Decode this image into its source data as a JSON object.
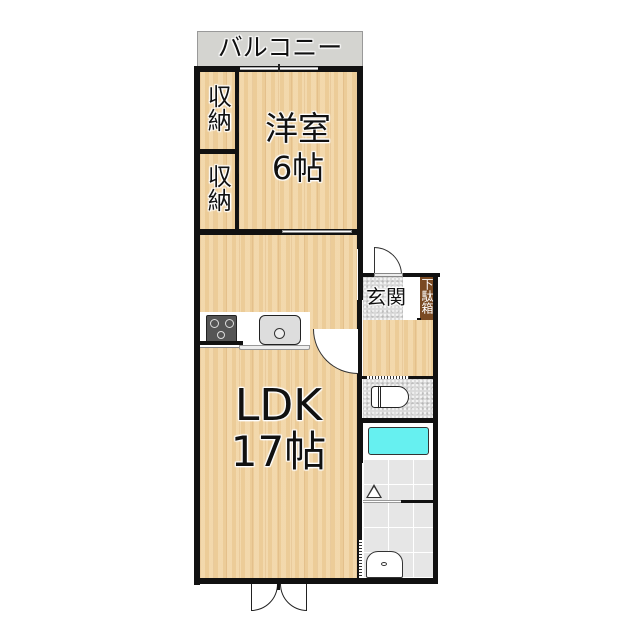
{
  "floorplan": {
    "balcony": {
      "label": "バルコニー"
    },
    "bedroom": {
      "name": "洋室",
      "size": "6帖"
    },
    "closets": [
      {
        "label": "収納"
      },
      {
        "label": "収納"
      }
    ],
    "ldk": {
      "name": "LDK",
      "size": "17帖"
    },
    "entrance": {
      "label": "玄関"
    },
    "shoe_box": {
      "label": "下駄箱"
    },
    "fixtures": [
      "gas-stove",
      "kitchen-sink",
      "toilet",
      "bathtub",
      "wash-basin"
    ]
  },
  "colors": {
    "wood_floor": "#eccc98",
    "wall": "#111111",
    "balcony": "#d4d4d0",
    "tub": "#66f0f0",
    "shoe_box": "#7a4a22",
    "tile": "#e6e6e6"
  }
}
